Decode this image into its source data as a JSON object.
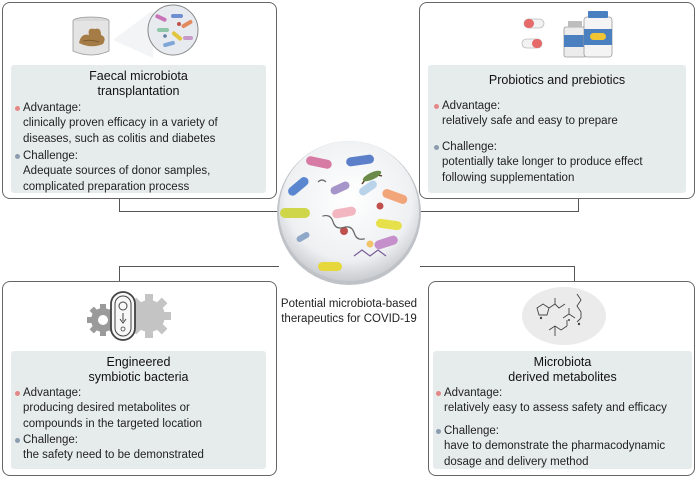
{
  "center": {
    "label_line1": "Potential microbiota-based",
    "label_line2": "therapeutics for COVID-19"
  },
  "panels": [
    {
      "id": "fmt",
      "title_line1": "Faecal microbiota",
      "title_line2": "transplantation",
      "advantage_label": "Advantage:",
      "advantage_text": "clinically proven efficacy in a variety of\ndiseases, such as colitis and diabetes",
      "challenge_label": "Challenge:",
      "challenge_text": "Adequate sources of donor samples,\ncomplicated preparation process"
    },
    {
      "id": "probiotics",
      "title_line1": "Probiotics and prebiotics",
      "advantage_label": "Advantage:",
      "advantage_text": "relatively safe and easy to prepare",
      "challenge_label": "Challenge:",
      "challenge_text": "potentially take longer to produce effect\nfollowing supplementation"
    },
    {
      "id": "engineered",
      "title_line1": "Engineered",
      "title_line2": "symbiotic bacteria",
      "advantage_label": "Advantage:",
      "advantage_text": "producing desired metabolites or\ncompounds in the targeted location",
      "challenge_label": "Challenge:",
      "challenge_text": "the safety need to be demonstrated"
    },
    {
      "id": "metabolites",
      "title_line1": "Microbiota",
      "title_line2": "derived metabolites",
      "advantage_label": "Advantage:",
      "advantage_text": "relatively easy to assess safety and efficacy",
      "challenge_label": "Challenge:",
      "challenge_text": "have to demonstrate the pharmacodynamic\ndosage and delivery method"
    }
  ],
  "colors": {
    "advantage_bullet": "#e58787",
    "challenge_bullet": "#8a9cad",
    "panel_fill": "#e6ecec",
    "border": "#666666"
  }
}
